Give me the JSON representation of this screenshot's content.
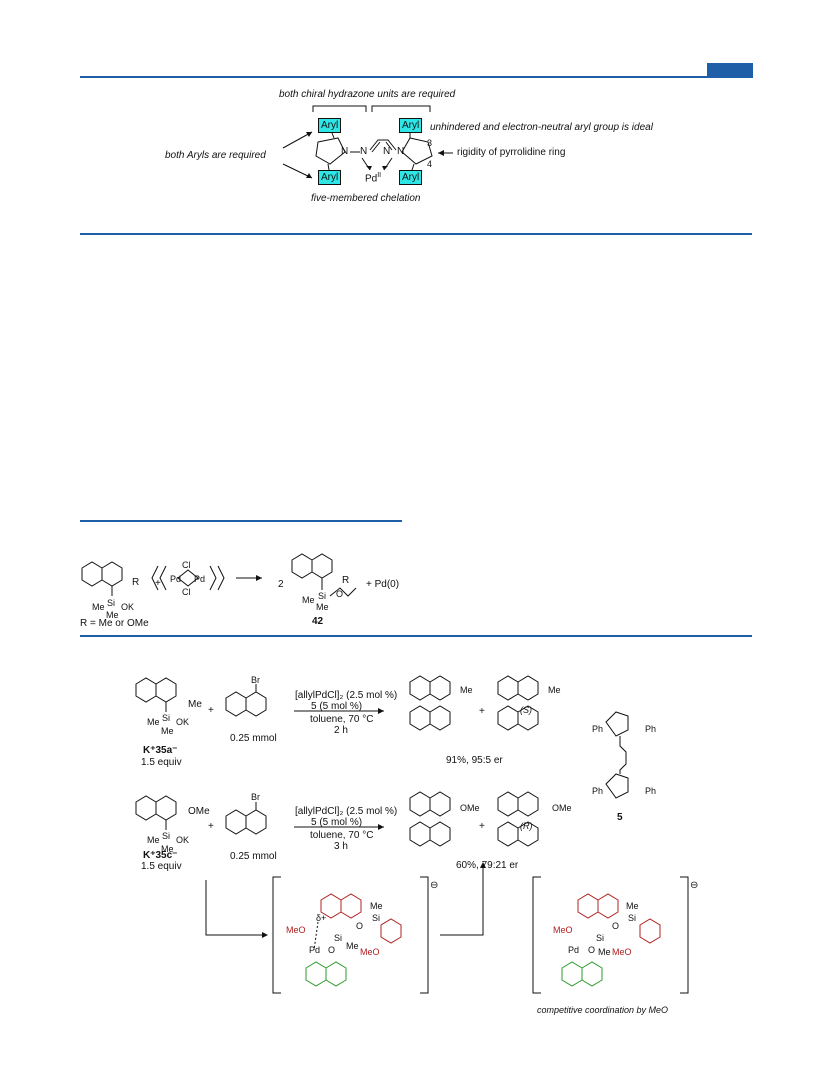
{
  "top_figure": {
    "caption_top": "both chiral hydrazone units are required",
    "caption_left": "both Aryls are required",
    "caption_right_ideal": "unhindered and electron-neutral aryl group is ideal",
    "caption_rigidity": "rigidity of pyrrolidine ring",
    "caption_bottom": "five-membered chelation",
    "aryl_label": "Aryl",
    "pd_label": "Pd",
    "pd_oxidation": "II",
    "n_label": "N",
    "locant_3": "3",
    "locant_4": "4"
  },
  "middle_scheme": {
    "r_label": "R",
    "r_def": "R = Me or OMe",
    "me1": "Me",
    "me2": "Me",
    "si": "Si",
    "ok": "OK",
    "plus1": "+",
    "pd_dimer_pd": "Pd",
    "pd_dimer_cl": "Cl",
    "coef": "2",
    "plus2": "+ Pd(0)",
    "compound": "42",
    "o_label": "O"
  },
  "bottom_scheme": {
    "row1": {
      "substituent": "Me",
      "reagent_name": "K⁺35a⁻",
      "reagent_equiv": "1.5 equiv",
      "bromide": "Br",
      "bromide_amount": "0.25 mmol",
      "conditions_1": "[allylPdCl]₂ (2.5 mol %)",
      "conditions_2": "5 (5 mol %)",
      "conditions_3": "toluene, 70 °C",
      "conditions_4": "2 h",
      "result": "91%, 95:5 er",
      "stereo": "(S)"
    },
    "row2": {
      "substituent": "OMe",
      "reagent_name": "K⁺35c⁻",
      "reagent_equiv": "1.5 equiv",
      "bromide": "Br",
      "bromide_amount": "0.25 mmol",
      "conditions_1": "[allylPdCl]₂ (2.5 mol %)",
      "conditions_2": "5 (5 mol %)",
      "conditions_3": "toluene, 70 °C",
      "conditions_4": "3 h",
      "result": "60%, 79:21 er",
      "stereo": "(R)"
    },
    "ligand_label": "5",
    "ph": "Ph",
    "plus": "+",
    "minus": "⊖",
    "delta": "δ+",
    "meo": "MeO",
    "pd": "Pd",
    "bottom_caption": "competitive coordination by MeO"
  },
  "colors": {
    "accent": "#1f5fa8",
    "highlight": "#2ee6e6",
    "methoxy": "#b02020",
    "naphthyl_green": "#2c9a2c"
  }
}
